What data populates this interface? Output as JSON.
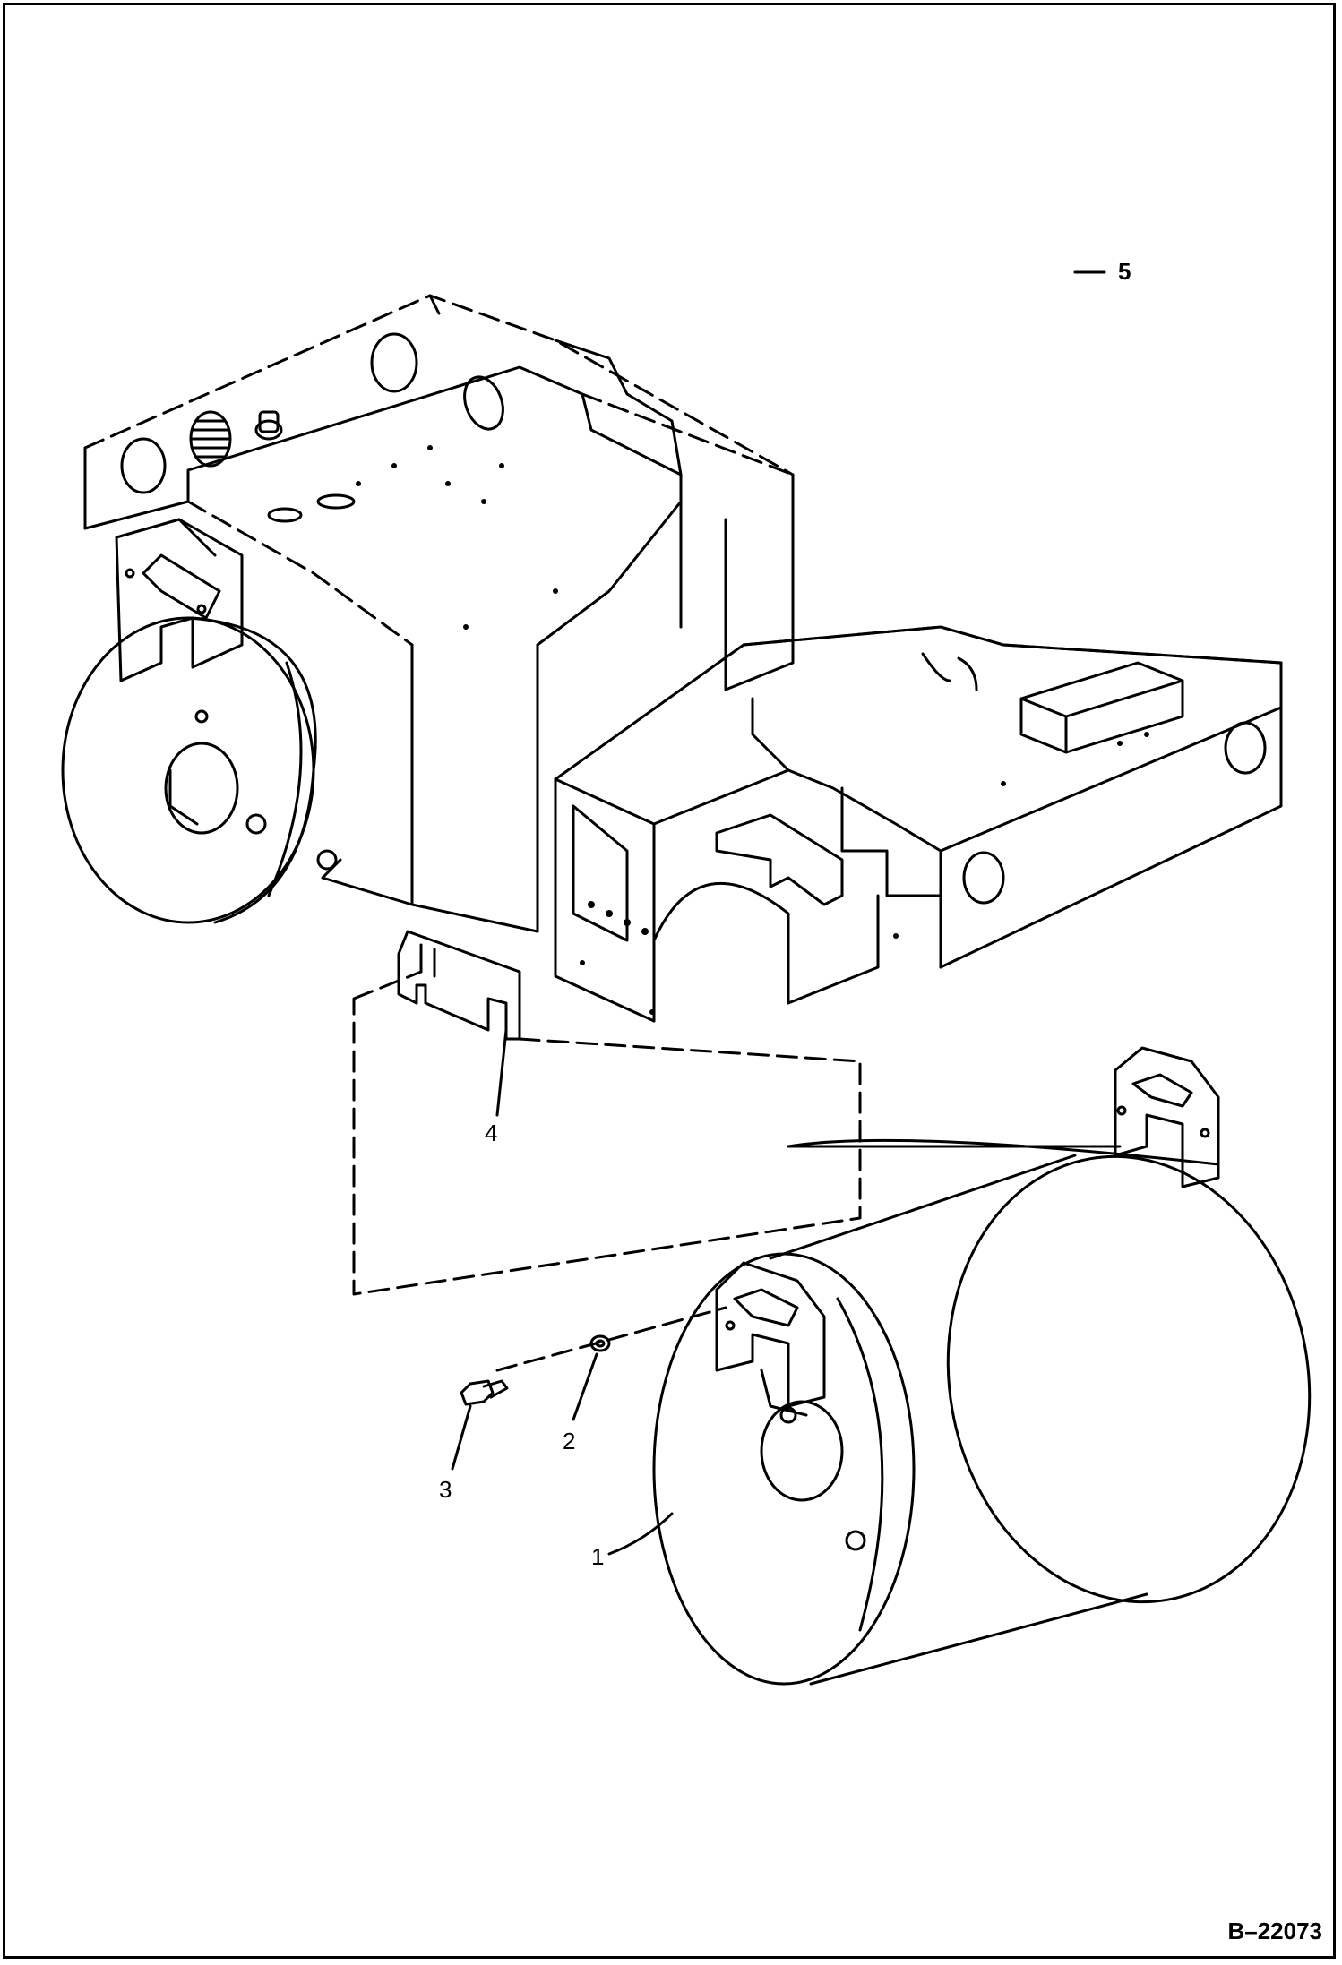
{
  "diagram": {
    "figure_id": "B–22073",
    "callouts": [
      {
        "id": "1",
        "label": "1"
      },
      {
        "id": "2",
        "label": "2"
      },
      {
        "id": "3",
        "label": "3"
      },
      {
        "id": "4",
        "label": "4"
      },
      {
        "id": "5",
        "label": "5"
      }
    ]
  }
}
